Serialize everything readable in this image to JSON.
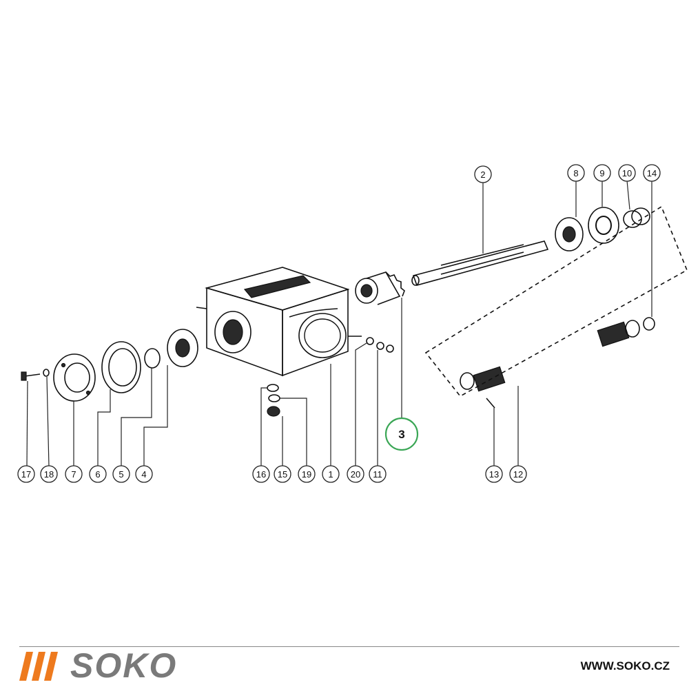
{
  "diagram": {
    "callouts": [
      "2",
      "8",
      "9",
      "10",
      "14",
      "17",
      "18",
      "7",
      "6",
      "5",
      "4",
      "16",
      "15",
      "19",
      "1",
      "20",
      "11",
      "13",
      "12"
    ],
    "highlight_label": "3",
    "highlight_color": "#3aa655"
  },
  "footer": {
    "logo_text": "SOKO",
    "logo_stripe_color": "#ee7a1e",
    "logo_text_color": "#7a7a7a",
    "site_url": "WWW.SOKO.CZ"
  }
}
